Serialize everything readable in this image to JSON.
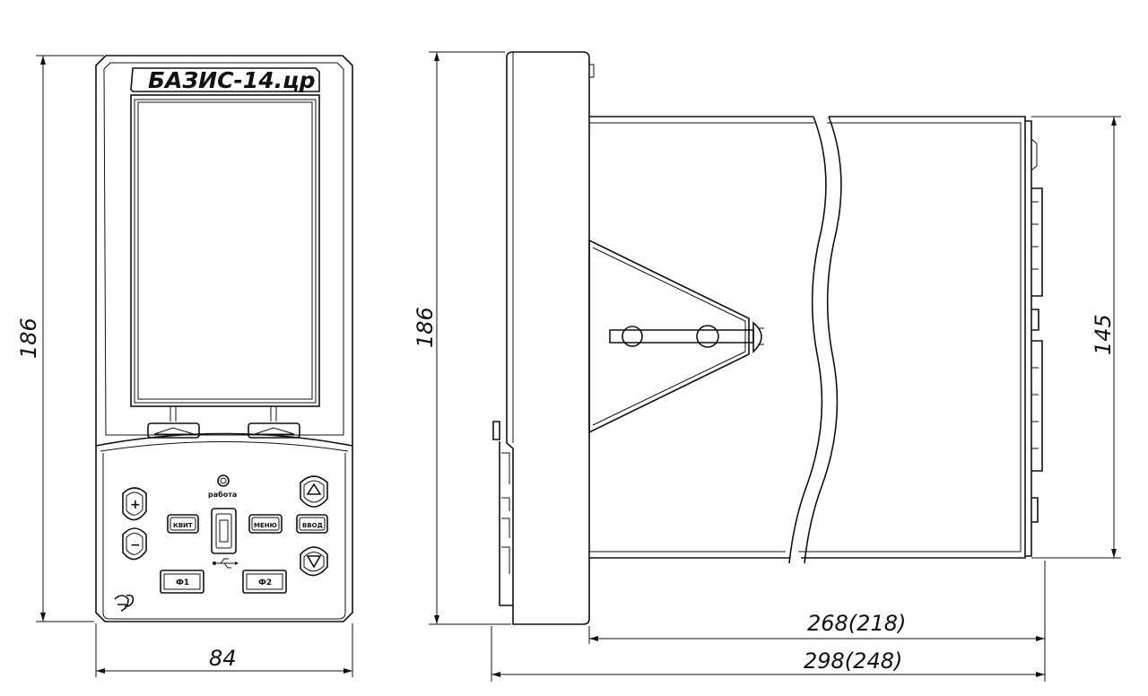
{
  "front_view": {
    "logo_text": "БАЗИС-14.цр",
    "indicator_label": "работа",
    "buttons": {
      "plus": "+",
      "minus": "−",
      "up": "▲",
      "down": "▼",
      "kvit": "КВИТ",
      "menu": "МЕНЮ",
      "vvod": "ВВОД",
      "f1": "Ф1",
      "f2": "Ф2"
    }
  },
  "dimensions": {
    "front_height": "186",
    "front_width": "84",
    "side_height": "186",
    "body_height": "145",
    "body_depth": "268(218)",
    "total_depth": "298(248)"
  }
}
